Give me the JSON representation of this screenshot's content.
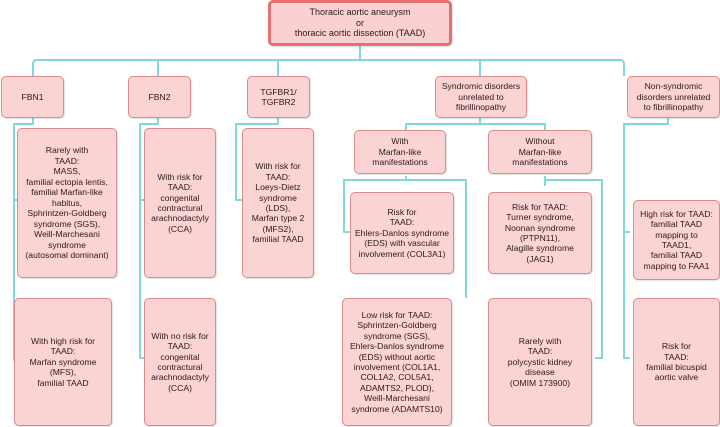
{
  "colors": {
    "box_fill": "#fbd3d3",
    "box_border": "#d98a8a",
    "root_border": "#e67070",
    "connector": "#7fd9d9"
  },
  "root": {
    "label": "Thoracic aortic aneurysm\nor\nthoracic aortic dissection (TAAD)"
  },
  "categories": {
    "fbn1": {
      "label": "FBN1",
      "children": [
        "Rarely with\nTAAD:\nMASS,\nfamilial ectopia lentis,\nfamilial Marfan-like\nhabitus,\nSphrintzen-Goldberg\nsyndrome (SGS),\nWeill-Marchesani\nsyndrome\n(autosomal dominant)",
        "With high risk for\nTAAD:\nMarfan syndrome\n(MFS),\nfamilial TAAD"
      ]
    },
    "fbn2": {
      "label": "FBN2",
      "children": [
        "With risk for\nTAAD:\ncongenital\ncontractural\narachnodactyly\n(CCA)",
        "With  no risk for\nTAAD:\ncongenital\ncontractural\narachnodactyly\n(CCA)"
      ]
    },
    "tgfbr": {
      "label": "TGFBR1/\nTGFBR2",
      "children": [
        "With risk for\nTAAD:\nLoeys-Dietz\nsyndrome\n(LDS),\nMarfan type 2\n(MFS2),\nfamilial TAAD"
      ]
    },
    "syndromic": {
      "label": "Syndromic disorders\nunrelated to\nfibrillinopathy",
      "with_marfan": {
        "label": "With\nMarfan-like\nmanifestations",
        "children": [
          "Risk for\nTAAD:\nEhlers-Danlos syndrome\n(EDS) with vascular\ninvolvement (COL3A1)",
          "Low risk for TAAD:\nSphrintzen-Goldberg\nsyndrome (SGS),\nEhlers-Danlos syndrome\n(EDS) without aortic\ninvolvement (COL1A1,\nCOL1A2, COL5A1,\nADAMTS2, PLOD),\nWeill-Marchesani\nsyndrome (ADAMTS10)"
        ]
      },
      "without_marfan": {
        "label": "Without\nMarfan-like\nmanifestations",
        "children": [
          "Risk for TAAD:\nTurner syndrome,\nNoonan syndrome\n(PTPN11),\nAlagille syndrome\n(JAG1)",
          "Rarely with\nTAAD:\npolycystic kidney\ndisease\n(OMIM 173900)"
        ]
      }
    },
    "nonsyndromic": {
      "label": "Non-syndromic\ndisorders unrelated\nto fibrillinopathy",
      "children": [
        "High risk for TAAD:\nfamilial TAAD\nmapping to\nTAAD1,\nfamilial TAAD\nmapping to FAA1",
        "Risk for\nTAAD:\nfamilial bicuspid\naortic valve"
      ]
    }
  }
}
